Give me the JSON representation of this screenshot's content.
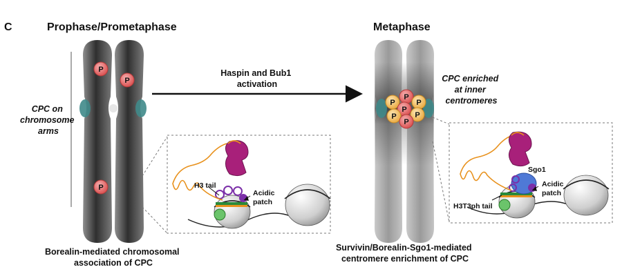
{
  "panel_label": "C",
  "left": {
    "title": "Prophase/Prometaphase",
    "side_label": [
      "CPC on",
      "chromosome",
      "arms"
    ],
    "caption": [
      "Borealin-mediated chromosomal",
      "association of CPC"
    ],
    "inset": {
      "h3_label": "H3 tail",
      "acidic_label": [
        "Acidic",
        "patch"
      ]
    }
  },
  "arrow_label": [
    "Haspin and Bub1",
    "activation"
  ],
  "right": {
    "title": "Metaphase",
    "side_label": [
      "CPC enriched",
      "at inner",
      "centromeres"
    ],
    "caption": [
      "Survivin/Borealin-Sgo1-mediated",
      "centromere enrichment of CPC"
    ],
    "inset": {
      "sgo1_label": "Sgo1",
      "h3_label": "H3T3ph tail",
      "acidic_label": [
        "Acidic",
        "patch"
      ]
    }
  },
  "phospho_glyph": "P",
  "colors": {
    "chromosome_dark": "#3c3c3c",
    "chromosome_light": "#a8a8a8",
    "kinetochore": "#3f8a8a",
    "phospho_red": "#e25a5a",
    "phospho_yellow": "#f2b64a",
    "cpc_magenta": "#a8207a",
    "sgo1_blue": "#4f79d6",
    "tail_orange": "#e8911c",
    "lobe_purple": "#7b2fa8"
  }
}
